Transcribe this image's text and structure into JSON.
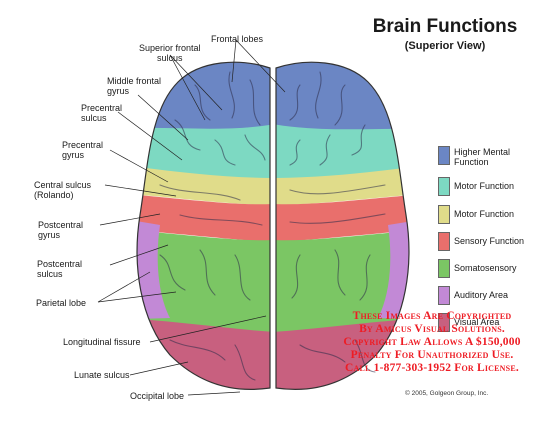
{
  "title": "Brain Functions",
  "subtitle": "(Superior View)",
  "labels": {
    "frontal_lobes": "Frontal lobes",
    "superior_frontal_sulcus": "Superior frontal\nsulcus",
    "middle_frontal_gyrus": "Middle frontal\ngyrus",
    "precentral_sulcus": "Precentral\nsulcus",
    "precentral_gyrus": "Precentral\ngyrus",
    "central_sulcus": "Central sulcus\n(Rolando)",
    "postcentral_gyrus": "Postcentral\ngyrus",
    "postcentral_sulcus": "Postcentral\nsulcus",
    "parietal_lobe": "Parietal lobe",
    "longitudinal_fissure": "Longitudinal fissure",
    "lunate_sulcus": "Lunate sulcus",
    "occipital_lobe": "Occipital lobe"
  },
  "legend": [
    {
      "label": "Higher Mental\nFunction",
      "color": "#6b86c4"
    },
    {
      "label": "Motor Function",
      "color": "#7dd9c2"
    },
    {
      "label": "Motor Function",
      "color": "#e0dc8a"
    },
    {
      "label": "Sensory Function",
      "color": "#e96f6c"
    },
    {
      "label": "Somatosensory",
      "color": "#7bc664"
    },
    {
      "label": "Auditory Area",
      "color": "#c289d6"
    },
    {
      "label": "Visual Area",
      "color": "#c8607f"
    }
  ],
  "watermark": [
    "These Images Are Copyrighted",
    "By Amicus Visual Solutions.",
    "Copyright Law Allows A $150,000",
    "Penalty For Unauthorized Use.",
    "Call 1-877-303-1952 For License."
  ],
  "copyright": "© 2005, Golgeon Group, Inc."
}
